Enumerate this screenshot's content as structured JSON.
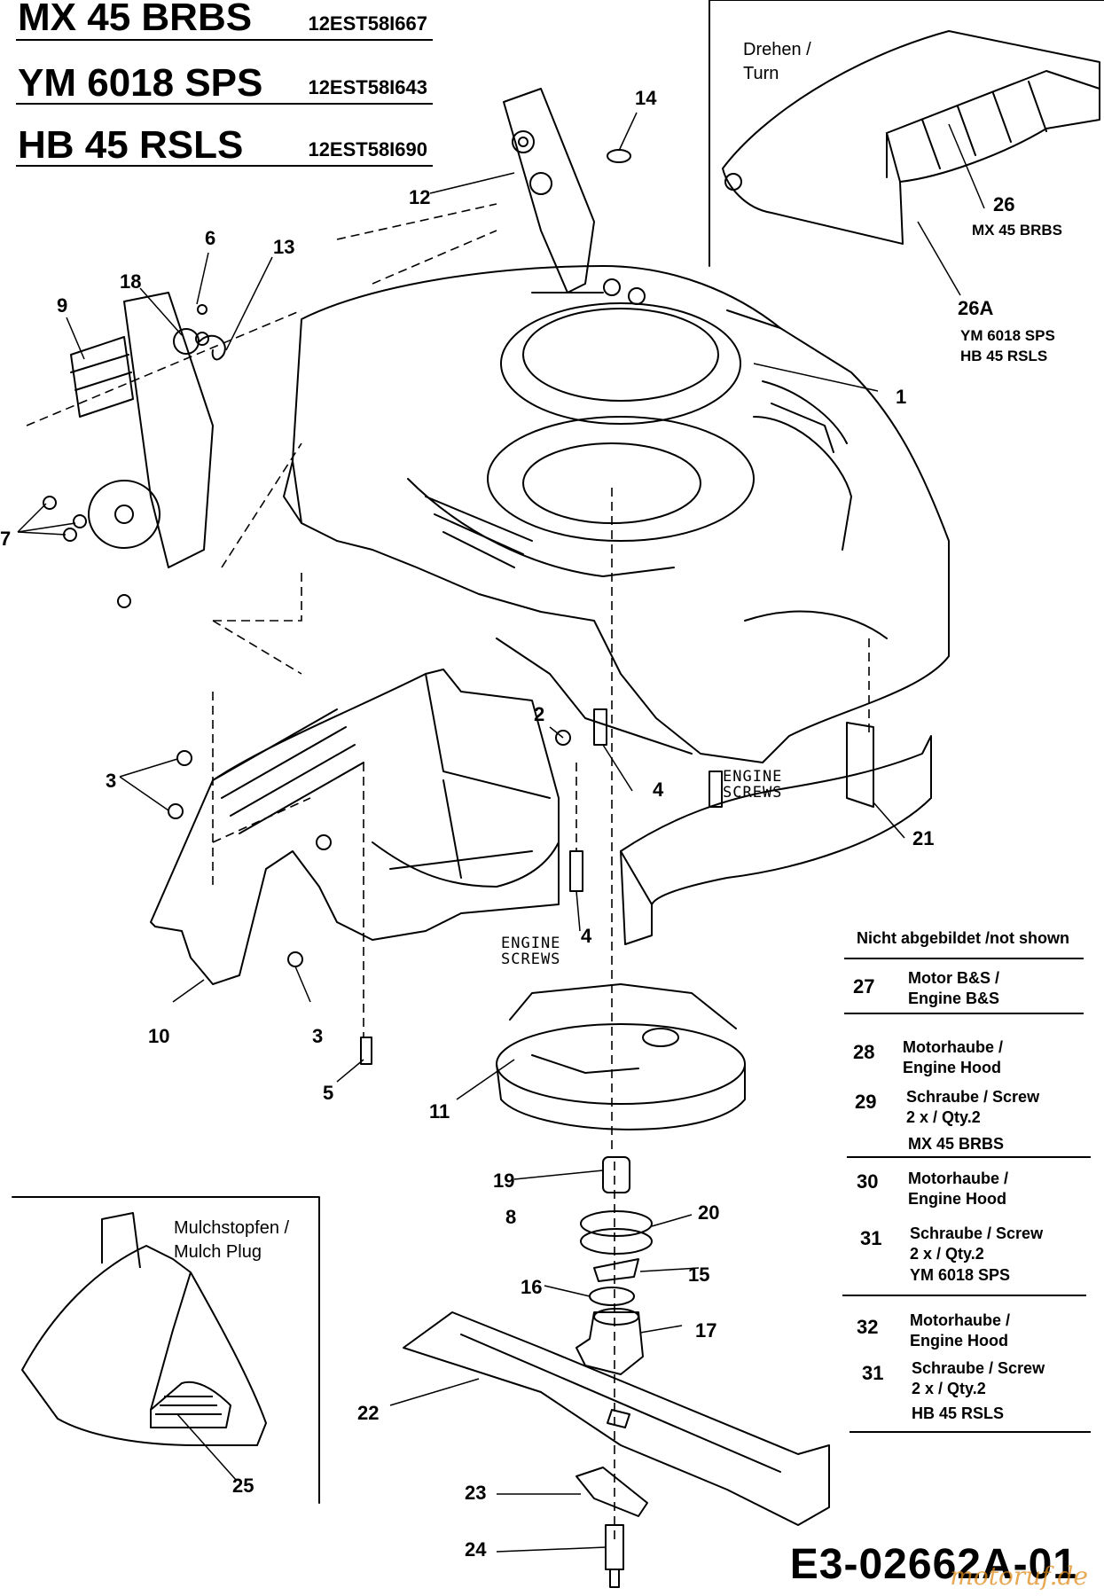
{
  "models": [
    {
      "name": "MX 45 BRBS",
      "code": "12EST58I667"
    },
    {
      "name": "YM 6018 SPS",
      "code": "12EST58I643"
    },
    {
      "name": "HB 45 RSLS",
      "code": "12EST58I690"
    }
  ],
  "inset_turn": {
    "label_de": "Drehen /",
    "label_en": "Turn"
  },
  "inset_mulch": {
    "label_de": "Mulchstopfen /",
    "label_en": "Mulch Plug"
  },
  "callouts": {
    "c1": "1",
    "c2": "2",
    "c3a": "3",
    "c3b": "3",
    "c4a": "4",
    "c4b": "4",
    "c5": "5",
    "c6": "6",
    "c7": "7",
    "c8": "8",
    "c9": "9",
    "c10": "10",
    "c11": "11",
    "c12": "12",
    "c13": "13",
    "c14": "14",
    "c15": "15",
    "c16": "16",
    "c17": "17",
    "c18": "18",
    "c19": "19",
    "c20": "20",
    "c21": "21",
    "c22": "22",
    "c23": "23",
    "c24": "24",
    "c25": "25",
    "c26": "26",
    "c26a": "26A"
  },
  "c26_model": "MX 45 BRBS",
  "c26a_models": [
    "YM 6018 SPS",
    "HB 45 RSLS"
  ],
  "engine_screws": [
    "ENGINE",
    "SCREWS"
  ],
  "not_shown": {
    "heading": "Nicht abgebildet /not shown",
    "rows": [
      {
        "num": "27",
        "lines": [
          "Motor B&S /",
          "Engine B&S"
        ]
      },
      {
        "num": "28",
        "lines": [
          "Motorhaube /",
          "Engine Hood"
        ]
      },
      {
        "num": "29",
        "lines": [
          "Schraube / Screw",
          "2 x / Qty.2"
        ],
        "model": "MX 45 BRBS"
      },
      {
        "num": "30",
        "lines": [
          "Motorhaube /",
          "Engine Hood"
        ]
      },
      {
        "num": "31",
        "lines": [
          "Schraube / Screw",
          "2 x / Qty.2"
        ],
        "model": "YM 6018 SPS"
      },
      {
        "num": "32",
        "lines": [
          "Motorhaube /",
          "Engine Hood"
        ]
      },
      {
        "num": "31",
        "lines": [
          "Schraube / Screw",
          "2 x / Qty.2"
        ],
        "model": "HB 45 RSLS"
      }
    ]
  },
  "figure_code": "E3-02662A-01",
  "watermark": "motoruf.de"
}
